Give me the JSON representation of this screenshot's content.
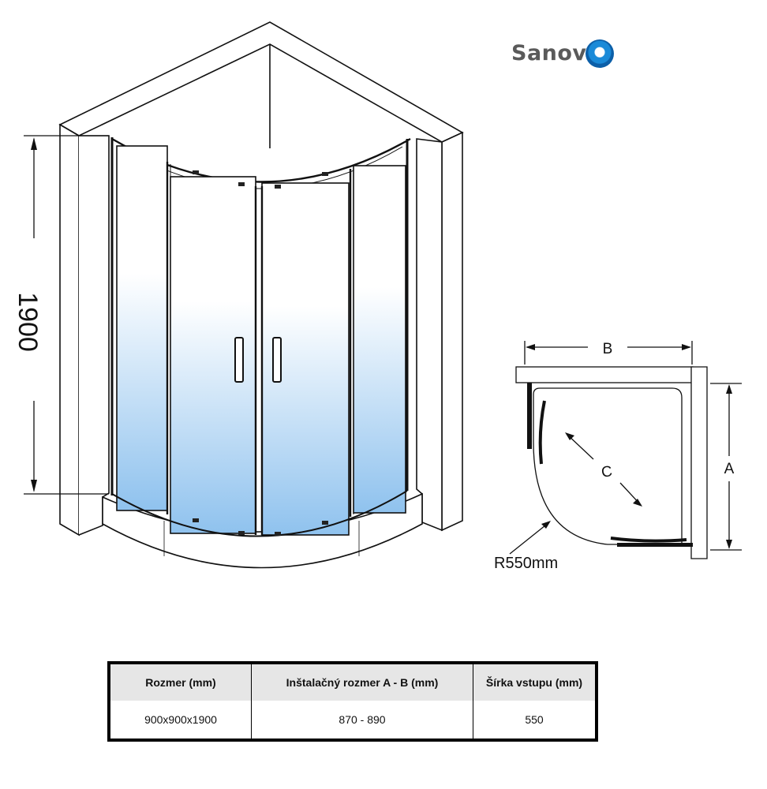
{
  "brand": {
    "name_prefix": "Sanov",
    "icon": "water-drop-o-icon"
  },
  "diagram": {
    "height_label": "1900",
    "plan": {
      "label_b": "B",
      "label_a": "A",
      "label_c": "C",
      "radius_label": "R550mm"
    }
  },
  "table": {
    "headers": [
      "Rozmer (mm)",
      "Inštalačný rozmer A - B (mm)",
      "Šírka vstupu (mm)"
    ],
    "rows": [
      [
        "900x900x1900",
        "870 - 890",
        "550"
      ]
    ]
  },
  "colors": {
    "glass_top": "#ffffff",
    "glass_bottom": "#8fc2ee",
    "logo_blue": "#1a7fd0",
    "logo_grey": "#5a5a5a"
  }
}
